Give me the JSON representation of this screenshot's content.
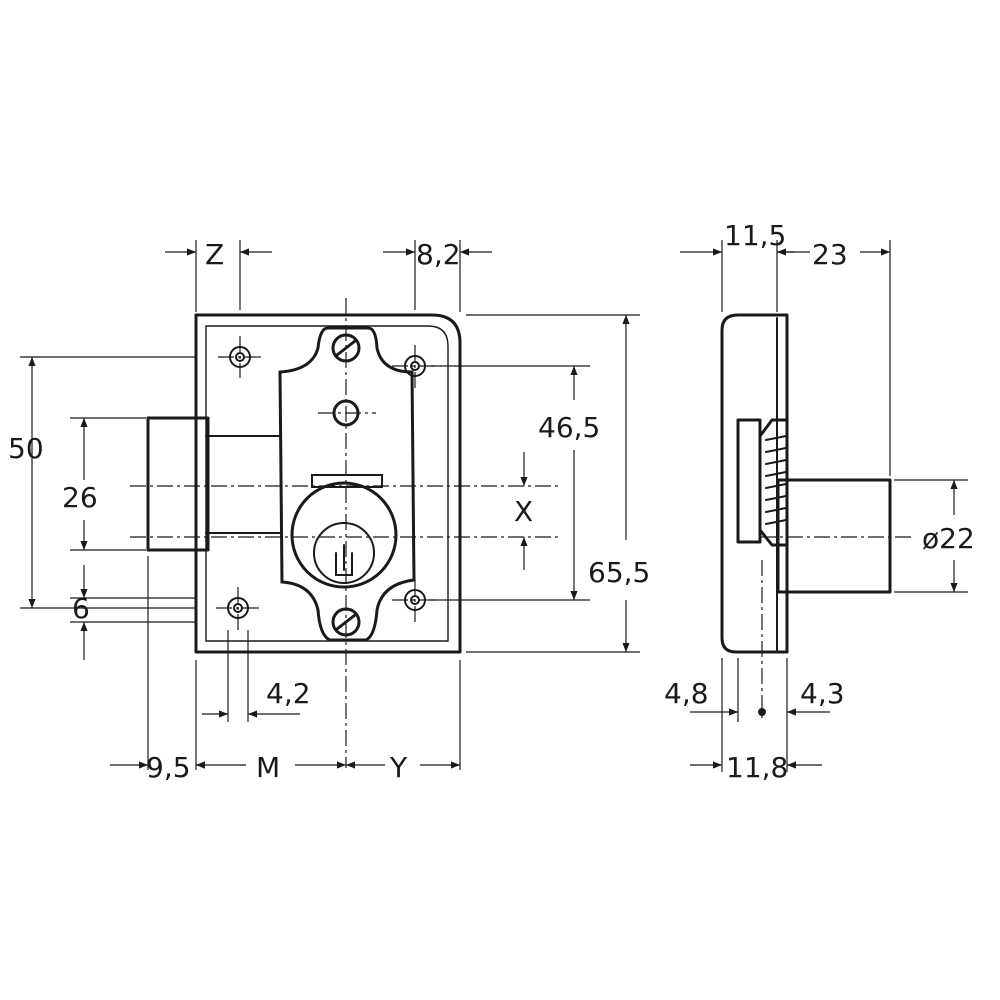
{
  "front_view": {
    "dim_z": "Z",
    "dim_82": "8,2",
    "dim_50": "50",
    "dim_26": "26",
    "dim_6": "6",
    "dim_465": "46,5",
    "dim_x": "X",
    "dim_655": "65,5",
    "dim_42": "4,2",
    "dim_95": "9,5",
    "dim_m": "M",
    "dim_y": "Y"
  },
  "side_view": {
    "dim_115": "11,5",
    "dim_23": "23",
    "dim_d22": "ø22",
    "dim_48": "4,8",
    "dim_43": "4,3",
    "dim_118": "11,8"
  },
  "colors": {
    "line": "#1a1a1a",
    "background": "#ffffff"
  }
}
